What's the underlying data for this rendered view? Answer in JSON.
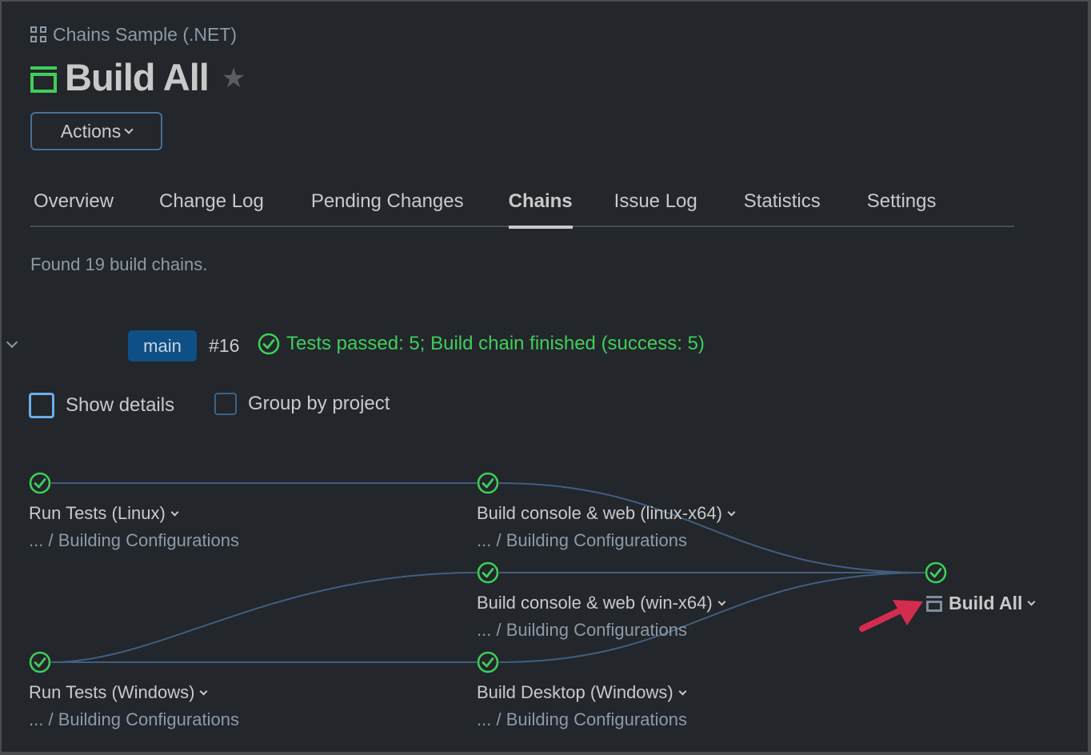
{
  "colors": {
    "background": "#23262b",
    "text": "#c9c9c9",
    "muted": "#8c9aa8",
    "success": "#3fce5a",
    "branch_badge": "#0e4f86",
    "edge": "#3f5f80",
    "annotation_arrow": "#d42c4e"
  },
  "header": {
    "project_icon": "project-grid-icon",
    "project_name": "Chains Sample (.NET)",
    "build_type_icon": "composite-build-icon",
    "title": "Build All",
    "favorite_icon": "star-icon",
    "actions_label": "Actions"
  },
  "tabs": [
    {
      "label": "Overview",
      "active": false
    },
    {
      "label": "Change Log",
      "active": false
    },
    {
      "label": "Pending Changes",
      "active": false
    },
    {
      "label": "Chains",
      "active": true
    },
    {
      "label": "Issue Log",
      "active": false
    },
    {
      "label": "Statistics",
      "active": false
    },
    {
      "label": "Settings",
      "active": false
    }
  ],
  "summary": {
    "found_text": "Found 19 build chains."
  },
  "chain": {
    "branch": "main",
    "build_number": "#16",
    "status_icon": "check-circle-icon",
    "status_text": "Tests passed: 5; Build chain finished (success: 5)",
    "options": {
      "show_details": {
        "label": "Show details",
        "checked": false
      },
      "group_by_project": {
        "label": "Group by project",
        "checked": false
      }
    },
    "nodes": [
      {
        "id": "run-tests-linux",
        "title": "Run Tests (Linux)",
        "path_prefix": "... /",
        "project": "Building Configurations",
        "status": "success"
      },
      {
        "id": "build-linux-x64",
        "title": "Build console & web (linux-x64)",
        "path_prefix": "... /",
        "project": "Building Configurations",
        "status": "success"
      },
      {
        "id": "build-win-x64",
        "title": "Build console & web (win-x64)",
        "path_prefix": "... /",
        "project": "Building Configurations",
        "status": "success"
      },
      {
        "id": "run-tests-windows",
        "title": "Run Tests (Windows)",
        "path_prefix": "... /",
        "project": "Building Configurations",
        "status": "success"
      },
      {
        "id": "build-desktop-windows",
        "title": "Build Desktop (Windows)",
        "path_prefix": "... /",
        "project": "Building Configurations",
        "status": "success"
      },
      {
        "id": "build-all",
        "title": "Build All",
        "status": "success",
        "current": true
      }
    ]
  }
}
